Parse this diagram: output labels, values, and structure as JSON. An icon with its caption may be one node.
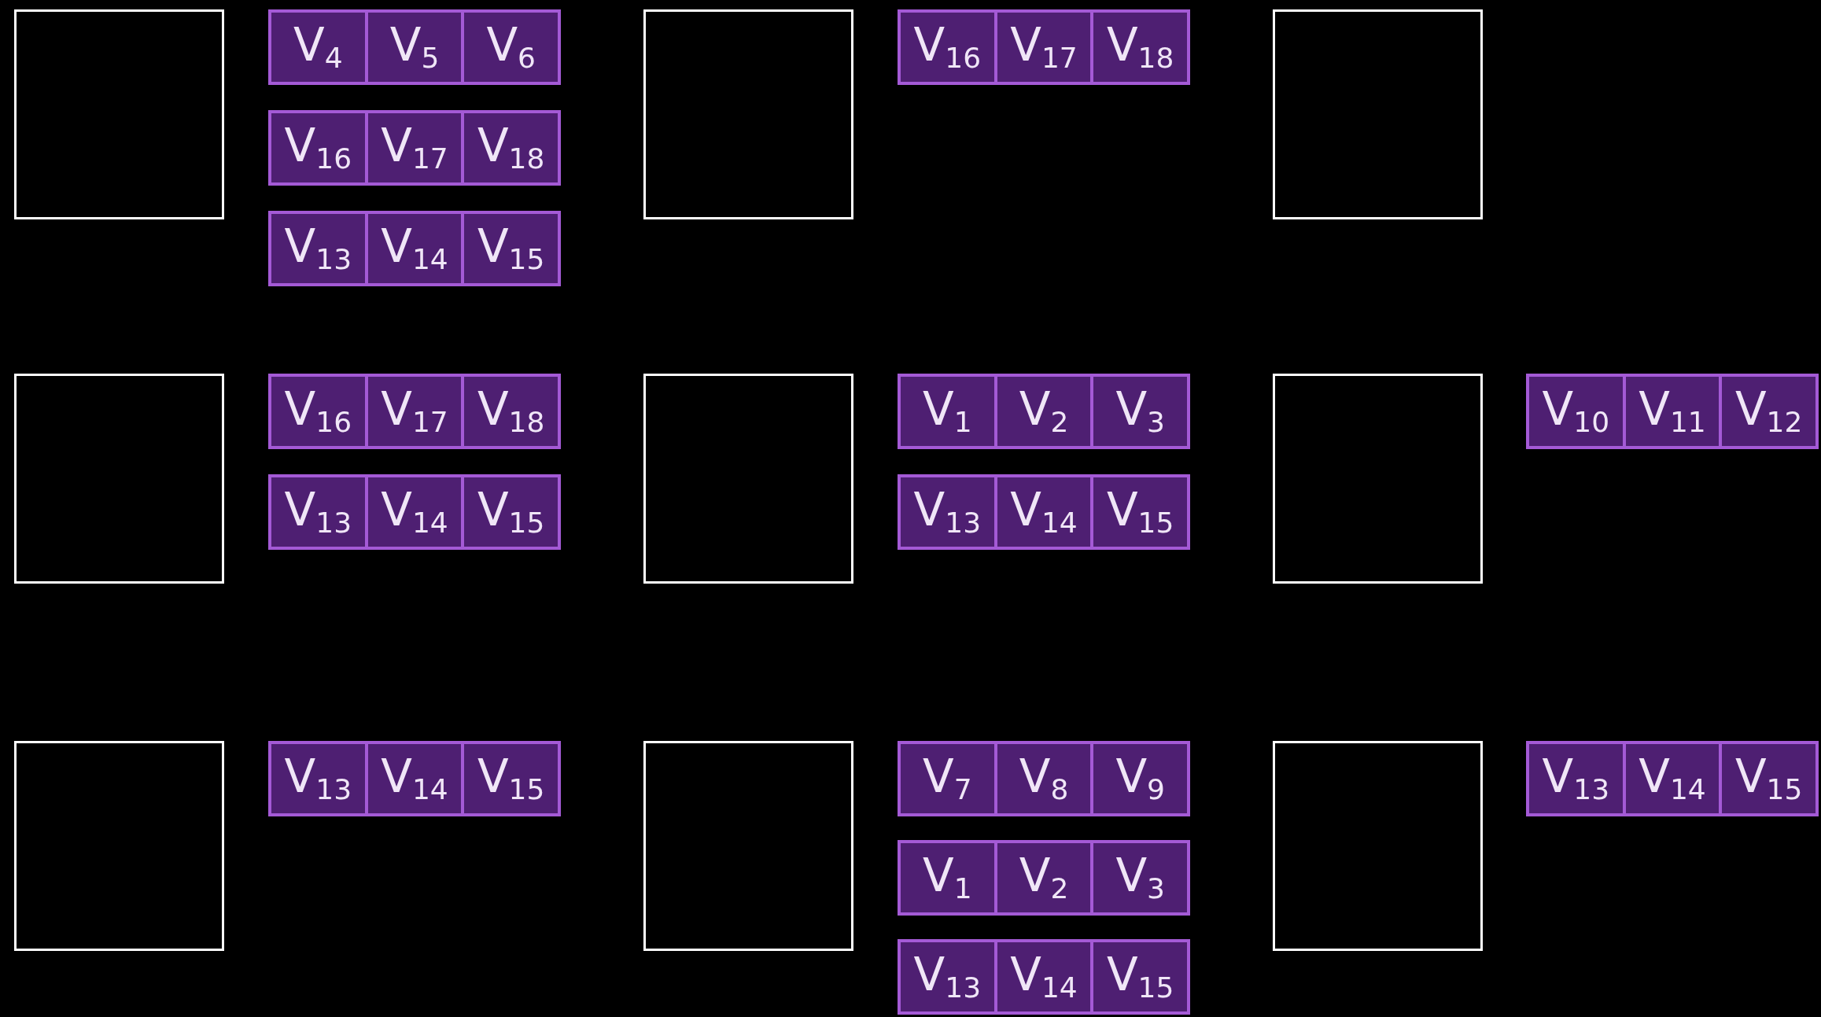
{
  "diagram": {
    "nodes": [
      {
        "text": [],
        "shape": "box"
      },
      {
        "text": [],
        "shape": "box"
      },
      {
        "text": [
          "V$_{4}$"
        ],
        "in": 1
      },
      {
        "text": [
          "V$_{5}$"
        ],
        "in": 1
      },
      {
        "text": [
          "V$_{6}$"
        ],
        "in": 1
      },
      {
        "text": [],
        "shape": "box"
      },
      {
        "text": [
          "V$_{16}$"
        ],
        "in": 5
      },
      {
        "text": [
          "V$_{17}$"
        ],
        "in": 5
      },
      {
        "text": [
          "V$_{18}$"
        ],
        "in": 5
      },
      {
        "text": [],
        "shape": "box"
      },
      {
        "text": [
          "V$_{13}$"
        ],
        "in": 9
      },
      {
        "text": [
          "V$_{14}$"
        ],
        "in": 9
      },
      {
        "text": [
          "V$_{15}$"
        ],
        "in": 9
      },
      {
        "text": [],
        "shape": "box"
      },
      {
        "text": [],
        "shape": "box"
      },
      {
        "text": [
          "V$_{16}$"
        ],
        "in": 14
      },
      {
        "text": [
          "V$_{17}$"
        ],
        "in": 14
      },
      {
        "text": [
          "V$_{18}$"
        ],
        "in": 14
      },
      {
        "text": [],
        "shape": "box"
      },
      {
        "text": [],
        "shape": "box"
      },
      {
        "text": [],
        "shape": "box"
      },
      {
        "text": [
          "V$_{16}$"
        ],
        "in": 20
      },
      {
        "text": [
          "V$_{17}$"
        ],
        "in": 20
      },
      {
        "text": [
          "V$_{18}$"
        ],
        "in": 20
      },
      {
        "text": [],
        "shape": "box"
      },
      {
        "text": [
          "V$_{13}$"
        ],
        "in": 24
      },
      {
        "text": [
          "V$_{14}$"
        ],
        "in": 24
      },
      {
        "text": [
          "V$_{15}$"
        ],
        "in": 24
      },
      {
        "text": [],
        "shape": "box"
      },
      {
        "text": [],
        "shape": "box"
      },
      {
        "text": [
          "V$_{1}$"
        ],
        "in": 29
      },
      {
        "text": [
          "V$_{2}$"
        ],
        "in": 29
      },
      {
        "text": [
          "V$_{3}$"
        ],
        "in": 29
      },
      {
        "text": [],
        "shape": "box"
      },
      {
        "text": [
          "V$_{13}$"
        ],
        "in": 33
      },
      {
        "text": [
          "V$_{14}$"
        ],
        "in": 33
      },
      {
        "text": [
          "V$_{15}$"
        ],
        "in": 33
      },
      {
        "text": [],
        "shape": "box"
      },
      {
        "text": [],
        "shape": "box"
      },
      {
        "text": [
          "V$_{10}$"
        ],
        "in": 38
      },
      {
        "text": [
          "V$_{11}$"
        ],
        "in": 38
      },
      {
        "text": [
          "V$_{12}$"
        ],
        "in": 38
      },
      {
        "text": [],
        "shape": "box"
      },
      {
        "text": [],
        "shape": "box"
      },
      {
        "text": [
          "V$_{13}$"
        ],
        "in": 43
      },
      {
        "text": [
          "V$_{14}$"
        ],
        "in": 43
      },
      {
        "text": [
          "V$_{15}$"
        ],
        "in": 43
      },
      {
        "text": [],
        "shape": "box"
      },
      {
        "text": [],
        "shape": "box"
      },
      {
        "text": [
          "V$_{7}$"
        ],
        "in": 48
      },
      {
        "text": [
          "V$_{8}$"
        ],
        "in": 48
      },
      {
        "text": [
          "V$_{9}$"
        ],
        "in": 48
      },
      {
        "text": [],
        "shape": "box"
      },
      {
        "text": [
          "V$_{1}$"
        ],
        "in": 52
      },
      {
        "text": [
          "V$_{2}$"
        ],
        "in": 52
      },
      {
        "text": [
          "V$_{3}$"
        ],
        "in": 52
      },
      {
        "text": [],
        "shape": "box"
      },
      {
        "text": [
          "V$_{13}$"
        ],
        "in": 56
      },
      {
        "text": [
          "V$_{14}$"
        ],
        "in": 56
      },
      {
        "text": [
          "V$_{15}$"
        ],
        "in": 56
      },
      {
        "text": [],
        "shape": "box"
      },
      {
        "text": [],
        "shape": "box"
      },
      {
        "text": [
          "V$_{13}$"
        ],
        "in": 61
      },
      {
        "text": [
          "V$_{14}$"
        ],
        "in": 61
      },
      {
        "text": [
          "V$_{15}$"
        ],
        "in": 61
      }
    ]
  }
}
